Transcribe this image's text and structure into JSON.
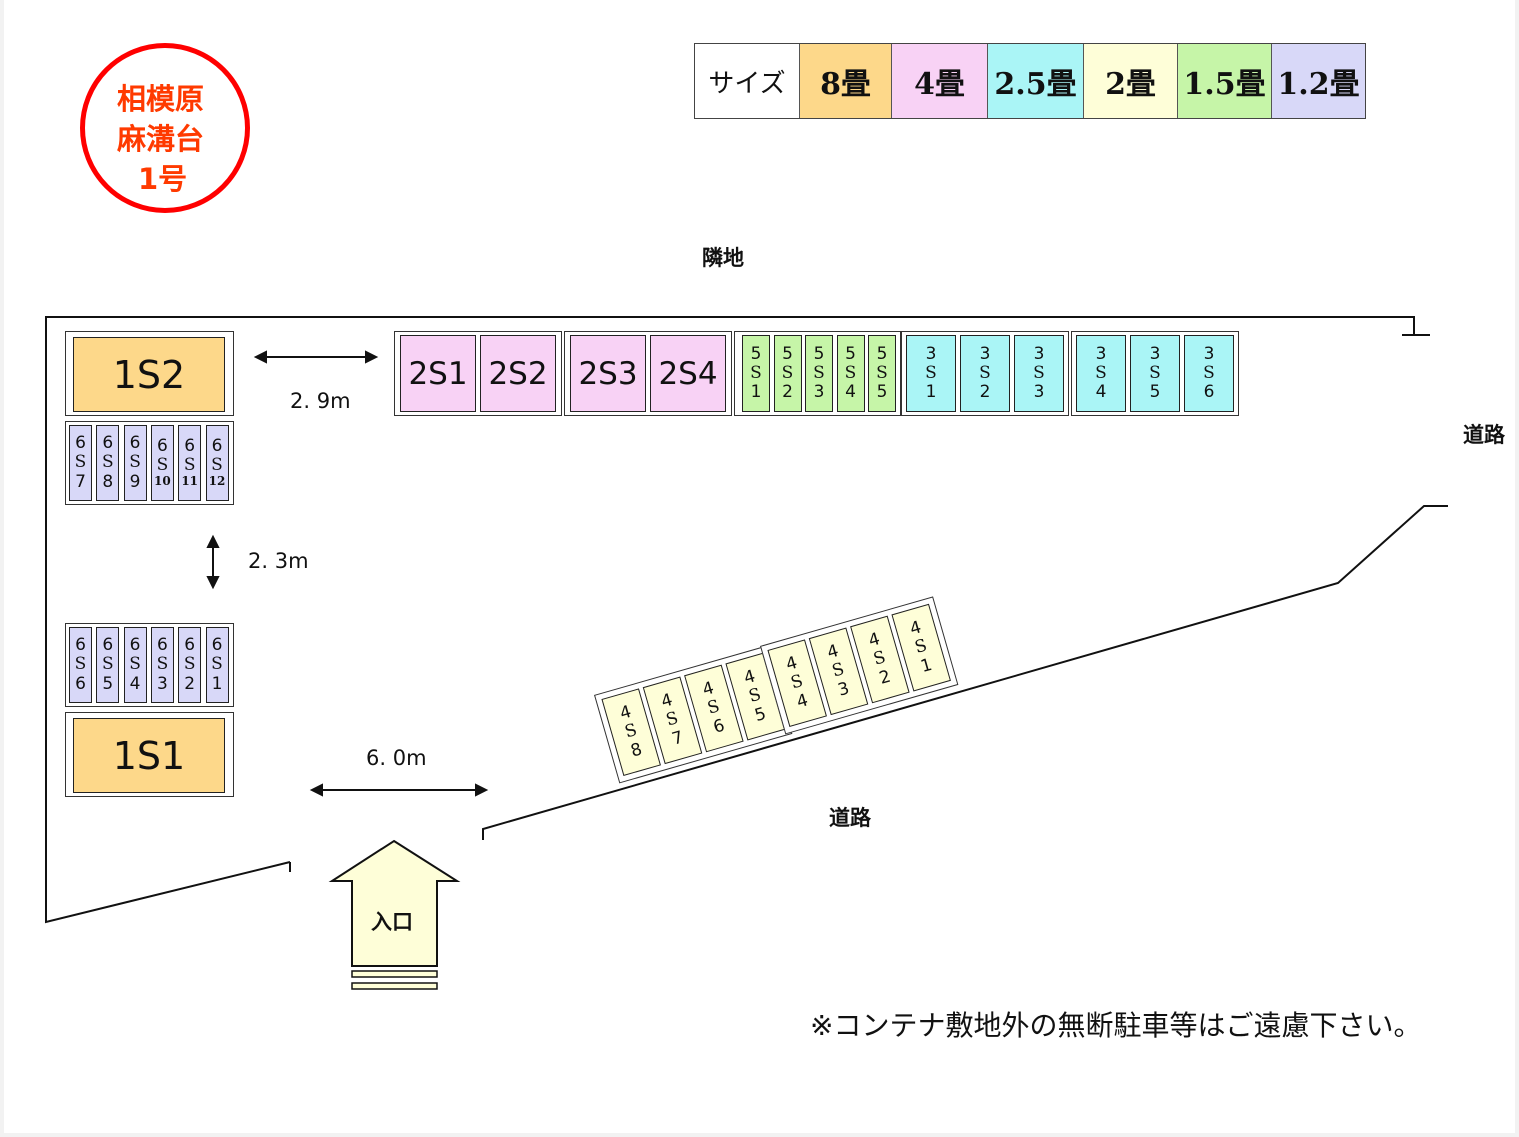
{
  "site_badge": {
    "lines": [
      "相模原",
      "麻溝台",
      "1号"
    ],
    "color": "#ff0000"
  },
  "legend": {
    "header": "サイズ",
    "items": [
      {
        "label": "8畳",
        "color": "#fdd88a"
      },
      {
        "label": "4畳",
        "color": "#f8d2f5"
      },
      {
        "label": "2.5畳",
        "color": "#aaf5f6"
      },
      {
        "label": "2畳",
        "color": "#fefed8"
      },
      {
        "label": "1.5畳",
        "color": "#c6f5a8"
      },
      {
        "label": "1.2畳",
        "color": "#d8d8f8"
      }
    ]
  },
  "labels": {
    "neighbor": "隣地",
    "road_right": "道路",
    "road_bottom": "道路",
    "entrance": "入口",
    "notice": "※コンテナ敷地外の無断駐車等はご遠慮下さい。"
  },
  "dimensions": {
    "d1": "2. 9m",
    "d2": "2. 3m",
    "d3": "6. 0m"
  },
  "units": {
    "u1S2": "1S2",
    "u1S1": "1S1",
    "row2": [
      "2S1",
      "2S2",
      "2S3",
      "2S4"
    ],
    "row5": [
      [
        "5",
        "S",
        "1"
      ],
      [
        "5",
        "S",
        "2"
      ],
      [
        "5",
        "S",
        "3"
      ],
      [
        "5",
        "S",
        "4"
      ],
      [
        "5",
        "S",
        "5"
      ]
    ],
    "row3": [
      [
        "3",
        "S",
        "1"
      ],
      [
        "3",
        "S",
        "2"
      ],
      [
        "3",
        "S",
        "3"
      ],
      [
        "3",
        "S",
        "4"
      ],
      [
        "3",
        "S",
        "5"
      ],
      [
        "3",
        "S",
        "6"
      ]
    ],
    "row6top": [
      [
        "6",
        "S",
        "7"
      ],
      [
        "6",
        "S",
        "8"
      ],
      [
        "6",
        "S",
        "9"
      ],
      [
        "6",
        "S",
        "10"
      ],
      [
        "6",
        "S",
        "11"
      ],
      [
        "6",
        "S",
        "12"
      ]
    ],
    "row6bot": [
      [
        "6",
        "S",
        "6"
      ],
      [
        "6",
        "S",
        "5"
      ],
      [
        "6",
        "S",
        "4"
      ],
      [
        "6",
        "S",
        "3"
      ],
      [
        "6",
        "S",
        "2"
      ],
      [
        "6",
        "S",
        "1"
      ]
    ],
    "row4a": [
      [
        "4",
        "S",
        "8"
      ],
      [
        "4",
        "S",
        "7"
      ],
      [
        "4",
        "S",
        "6"
      ],
      [
        "4",
        "S",
        "5"
      ]
    ],
    "row4b": [
      [
        "4",
        "S",
        "4"
      ],
      [
        "4",
        "S",
        "3"
      ],
      [
        "4",
        "S",
        "2"
      ],
      [
        "4",
        "S",
        "1"
      ]
    ]
  }
}
